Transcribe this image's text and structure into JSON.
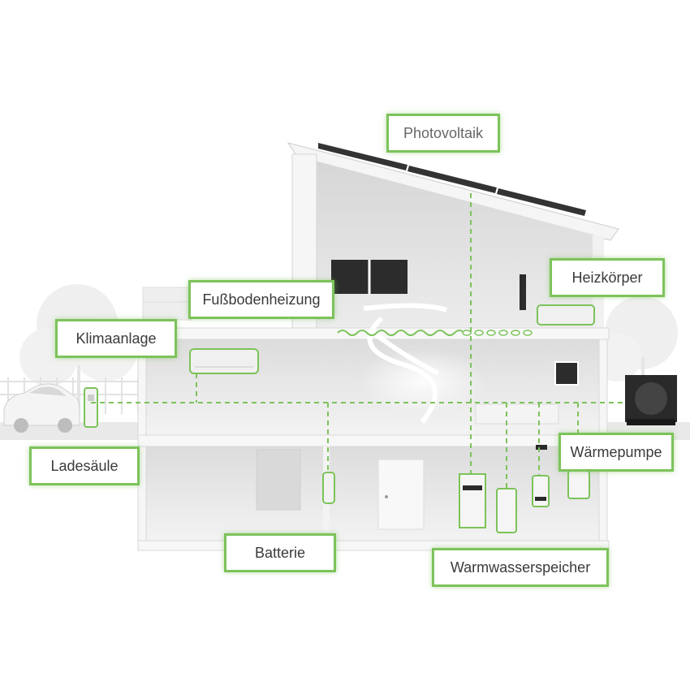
{
  "labels": {
    "photovoltaik": "Photovoltaik",
    "heizkoerper": "Heizkörper",
    "fussbodenheizung": "Fußbodenheizung",
    "klimaanlage": "Klimaanlage",
    "ladesaeule": "Ladesäule",
    "waermepumpe": "Wärmepumpe",
    "batterie": "Batterie",
    "warmwasserspeicher": "Warmwasserspeicher"
  },
  "colors": {
    "accent_green": "#7cc35a",
    "wall": "#e6e6e6",
    "floor": "#f2f2f2",
    "solar_panel": "#333333"
  }
}
